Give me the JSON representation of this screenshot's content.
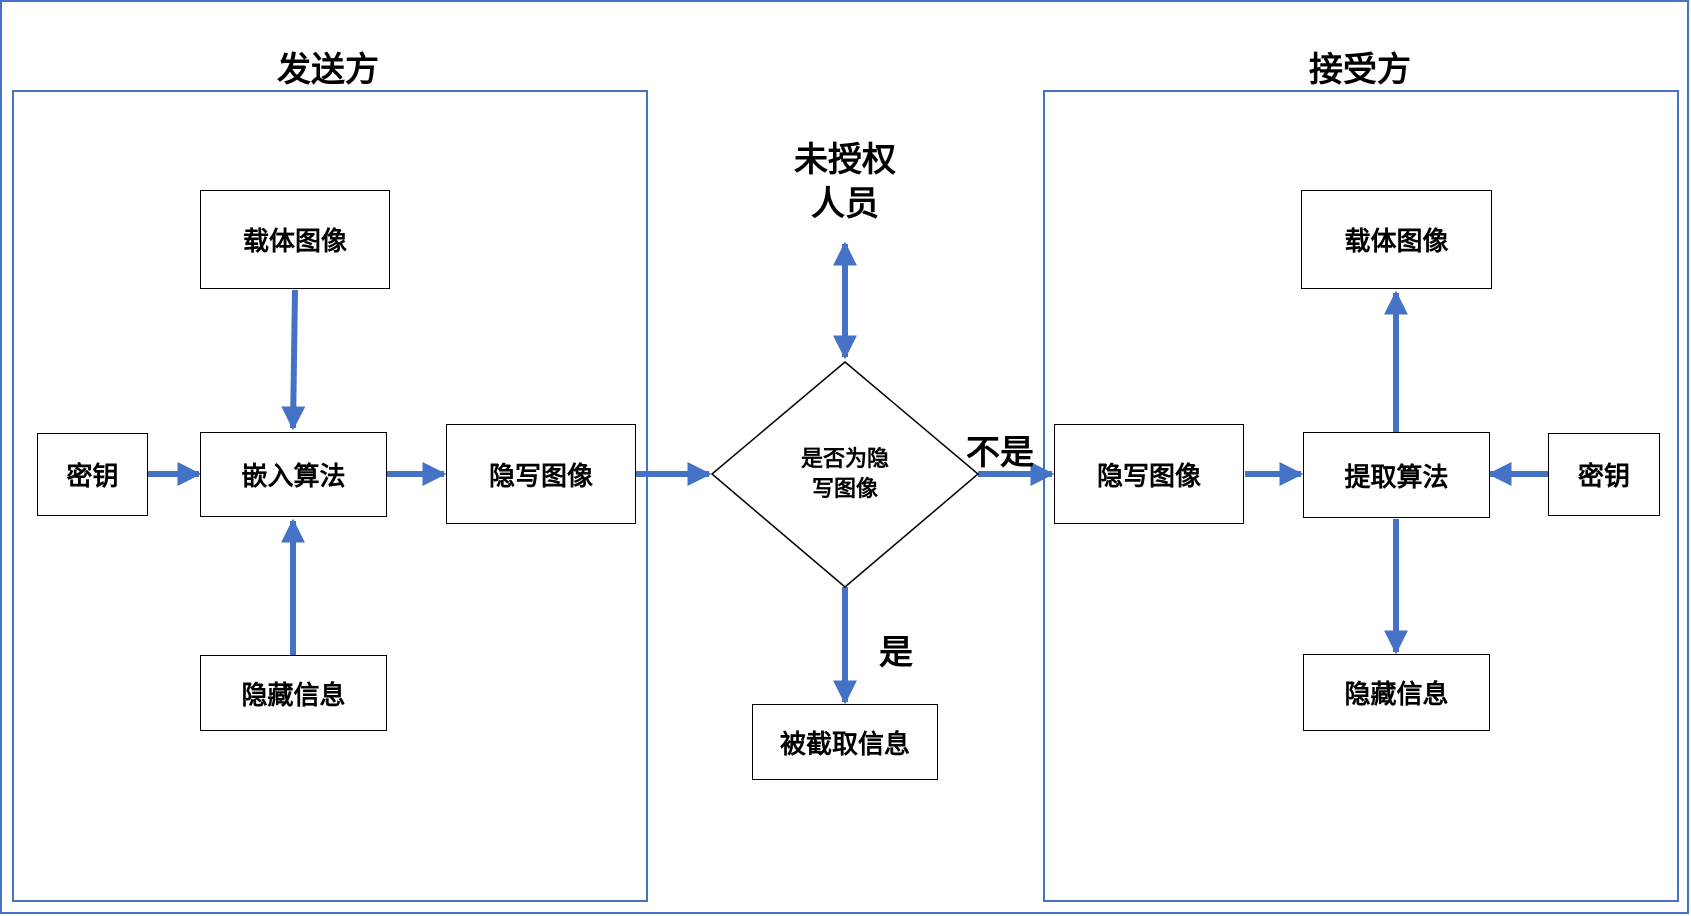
{
  "sender": {
    "title": "发送方",
    "carrier_image": "载体图像",
    "key": "密钥",
    "embed_algorithm": "嵌入算法",
    "stego_image": "隐写图像",
    "hidden_info": "隐藏信息"
  },
  "middle": {
    "unauthorized_line1": "未授权",
    "unauthorized_line2": "人员",
    "decision_line1": "是否为隐",
    "decision_line2": "写图像",
    "no_label": "不是",
    "yes_label": "是",
    "intercepted_info": "被截取信息"
  },
  "receiver": {
    "title": "接受方",
    "stego_image": "隐写图像",
    "extract_algorithm": "提取算法",
    "carrier_image": "载体图像",
    "key": "密钥",
    "hidden_info": "隐藏信息"
  },
  "colors": {
    "accent": "#4472c4",
    "box_border": "#000000"
  }
}
